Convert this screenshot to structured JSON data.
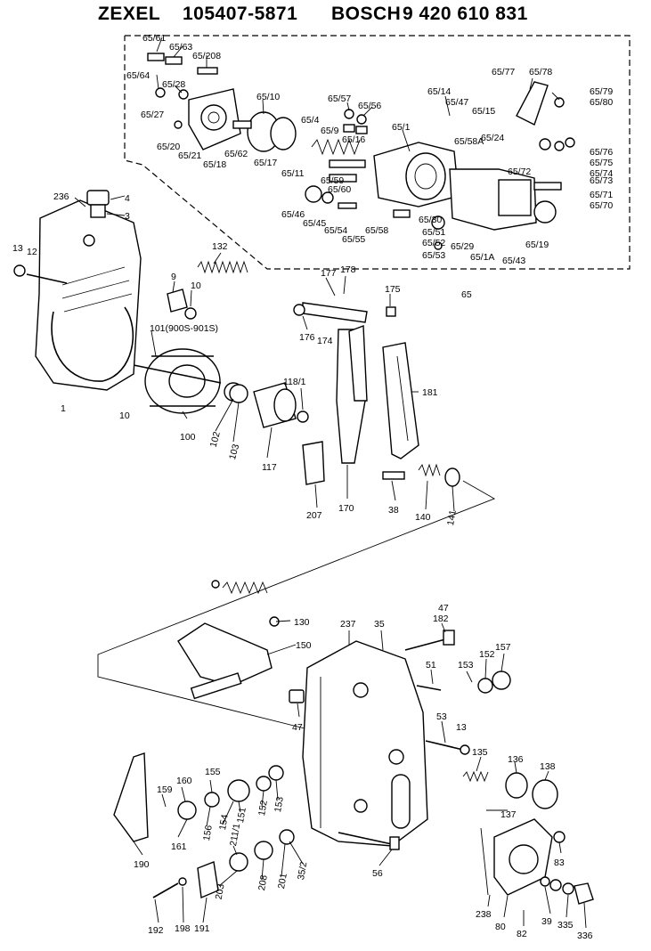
{
  "header": {
    "brand1": "ZEXEL",
    "part1": "105407-5871",
    "brand2": "BOSCH",
    "part2": "9 420 610 831"
  },
  "callouts": [
    {
      "id": "c-65-61",
      "text": "65/61"
    },
    {
      "id": "c-65-63",
      "text": "65/63"
    },
    {
      "id": "c-65-208",
      "text": "65/208"
    },
    {
      "id": "c-65-64",
      "text": "65/64"
    },
    {
      "id": "c-65-28",
      "text": "65/28"
    },
    {
      "id": "c-65-27",
      "text": "65/27"
    },
    {
      "id": "c-65-20",
      "text": "65/20"
    },
    {
      "id": "c-65-21",
      "text": "65/21"
    },
    {
      "id": "c-65-18",
      "text": "65/18"
    },
    {
      "id": "c-65-62",
      "text": "65/62"
    },
    {
      "id": "c-65-17",
      "text": "65/17"
    },
    {
      "id": "c-65-10",
      "text": "65/10"
    },
    {
      "id": "c-65-11",
      "text": "65/11"
    },
    {
      "id": "c-65-4",
      "text": "65/4"
    },
    {
      "id": "c-65-9",
      "text": "65/9"
    },
    {
      "id": "c-65-16",
      "text": "65/16"
    },
    {
      "id": "c-65-57",
      "text": "65/57"
    },
    {
      "id": "c-65-56",
      "text": "65/56"
    },
    {
      "id": "c-65-59",
      "text": "65/59"
    },
    {
      "id": "c-65-60",
      "text": "65/60"
    },
    {
      "id": "c-65-1",
      "text": "65/1"
    },
    {
      "id": "c-65-46",
      "text": "65/46"
    },
    {
      "id": "c-65-45",
      "text": "65/45"
    },
    {
      "id": "c-65-54",
      "text": "65/54"
    },
    {
      "id": "c-65-55",
      "text": "65/55"
    },
    {
      "id": "c-65-58",
      "text": "65/58"
    },
    {
      "id": "c-65-14",
      "text": "65/14"
    },
    {
      "id": "c-65-47",
      "text": "65/47"
    },
    {
      "id": "c-65-15",
      "text": "65/15"
    },
    {
      "id": "c-65-58a",
      "text": "65/58A"
    },
    {
      "id": "c-65-30",
      "text": "65/30"
    },
    {
      "id": "c-65-51",
      "text": "65/51"
    },
    {
      "id": "c-65-52",
      "text": "65/52"
    },
    {
      "id": "c-65-53",
      "text": "65/53"
    },
    {
      "id": "c-65-29",
      "text": "65/29"
    },
    {
      "id": "c-65-1a",
      "text": "65/1A"
    },
    {
      "id": "c-65-43",
      "text": "65/43"
    },
    {
      "id": "c-65-19",
      "text": "65/19"
    },
    {
      "id": "c-65-77",
      "text": "65/77"
    },
    {
      "id": "c-65-78",
      "text": "65/78"
    },
    {
      "id": "c-65-79",
      "text": "65/79"
    },
    {
      "id": "c-65-80",
      "text": "65/80"
    },
    {
      "id": "c-65-24",
      "text": "65/24"
    },
    {
      "id": "c-65-76",
      "text": "65/76"
    },
    {
      "id": "c-65-75",
      "text": "65/75"
    },
    {
      "id": "c-65-74",
      "text": "65/74"
    },
    {
      "id": "c-65-72",
      "text": "65/72"
    },
    {
      "id": "c-65-73",
      "text": "65/73"
    },
    {
      "id": "c-65-71",
      "text": "65/71"
    },
    {
      "id": "c-65-70",
      "text": "65/70"
    },
    {
      "id": "c-65",
      "text": "65"
    },
    {
      "id": "c-236",
      "text": "236"
    },
    {
      "id": "c-4",
      "text": "4"
    },
    {
      "id": "c-3",
      "text": "3"
    },
    {
      "id": "c-13a",
      "text": "13"
    },
    {
      "id": "c-12",
      "text": "12"
    },
    {
      "id": "c-1",
      "text": "1"
    },
    {
      "id": "c-10a",
      "text": "10"
    },
    {
      "id": "c-132",
      "text": "132"
    },
    {
      "id": "c-9",
      "text": "9"
    },
    {
      "id": "c-10b",
      "text": "10"
    },
    {
      "id": "c-101",
      "text": "101(900S-901S)"
    },
    {
      "id": "c-100",
      "text": "100"
    },
    {
      "id": "c-102",
      "text": "102"
    },
    {
      "id": "c-103",
      "text": "103"
    },
    {
      "id": "c-117",
      "text": "117"
    },
    {
      "id": "c-118-1",
      "text": "118/1"
    },
    {
      "id": "c-177",
      "text": "177"
    },
    {
      "id": "c-178",
      "text": "178"
    },
    {
      "id": "c-175",
      "text": "175"
    },
    {
      "id": "c-176",
      "text": "176"
    },
    {
      "id": "c-174",
      "text": "174"
    },
    {
      "id": "c-181",
      "text": "181"
    },
    {
      "id": "c-207",
      "text": "207"
    },
    {
      "id": "c-170",
      "text": "170"
    },
    {
      "id": "c-38",
      "text": "38"
    },
    {
      "id": "c-140",
      "text": "140"
    },
    {
      "id": "c-141",
      "text": "141"
    },
    {
      "id": "c-130",
      "text": "130"
    },
    {
      "id": "c-150",
      "text": "150"
    },
    {
      "id": "c-237",
      "text": "237"
    },
    {
      "id": "c-35",
      "text": "35"
    },
    {
      "id": "c-182",
      "text": "182"
    },
    {
      "id": "c-47a",
      "text": "47"
    },
    {
      "id": "c-51",
      "text": "51"
    },
    {
      "id": "c-153",
      "text": "153"
    },
    {
      "id": "c-152a",
      "text": "152"
    },
    {
      "id": "c-157",
      "text": "157"
    },
    {
      "id": "c-47b",
      "text": "47"
    },
    {
      "id": "c-53",
      "text": "53"
    },
    {
      "id": "c-13b",
      "text": "13"
    },
    {
      "id": "c-135",
      "text": "135"
    },
    {
      "id": "c-136",
      "text": "136"
    },
    {
      "id": "c-138",
      "text": "138"
    },
    {
      "id": "c-137",
      "text": "137"
    },
    {
      "id": "c-159",
      "text": "159"
    },
    {
      "id": "c-160",
      "text": "160"
    },
    {
      "id": "c-155",
      "text": "155"
    },
    {
      "id": "c-161",
      "text": "161"
    },
    {
      "id": "c-156",
      "text": "156"
    },
    {
      "id": "c-154",
      "text": "154"
    },
    {
      "id": "c-151",
      "text": "151"
    },
    {
      "id": "c-152b",
      "text": "152"
    },
    {
      "id": "c-153b",
      "text": "153"
    },
    {
      "id": "c-190",
      "text": "190"
    },
    {
      "id": "c-211-1",
      "text": "211/1"
    },
    {
      "id": "c-203",
      "text": "203"
    },
    {
      "id": "c-208",
      "text": "208"
    },
    {
      "id": "c-201",
      "text": "201"
    },
    {
      "id": "c-35-2",
      "text": "35/2"
    },
    {
      "id": "c-56",
      "text": "56"
    },
    {
      "id": "c-83",
      "text": "83"
    },
    {
      "id": "c-238",
      "text": "238"
    },
    {
      "id": "c-80",
      "text": "80"
    },
    {
      "id": "c-82",
      "text": "82"
    },
    {
      "id": "c-39",
      "text": "39"
    },
    {
      "id": "c-335",
      "text": "335"
    },
    {
      "id": "c-336",
      "text": "336"
    },
    {
      "id": "c-192",
      "text": "192"
    },
    {
      "id": "c-198",
      "text": "198"
    },
    {
      "id": "c-191",
      "text": "191"
    }
  ]
}
